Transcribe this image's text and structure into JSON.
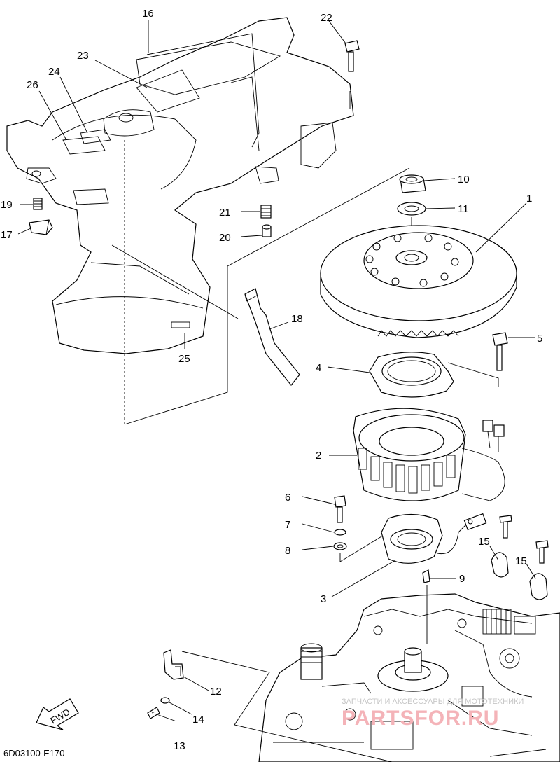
{
  "diagram": {
    "code": "6D03100-E170",
    "fwd_label": "FWD",
    "watermark": {
      "line1": "ЗАПЧАСТИ И АКСЕССУАРЫ ДЛЯ МОТОТЕХНИКИ",
      "line2": "PARTSFOR.RU"
    },
    "callouts": [
      "1",
      "2",
      "3",
      "4",
      "5",
      "6",
      "7",
      "8",
      "9",
      "10",
      "11",
      "12",
      "13",
      "14",
      "15",
      "15",
      "16",
      "17",
      "18",
      "19",
      "20",
      "21",
      "22",
      "23",
      "24",
      "25",
      "26"
    ]
  }
}
